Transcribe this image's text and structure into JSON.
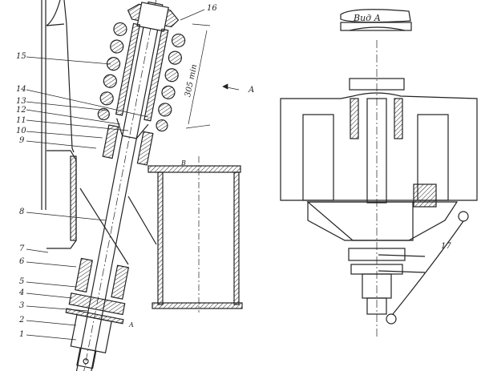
{
  "left_view": {
    "part_labels": [
      "1",
      "2",
      "3",
      "4",
      "5",
      "6",
      "7",
      "8",
      "9",
      "10",
      "11",
      "12",
      "13",
      "14",
      "15",
      "16"
    ],
    "dimension": "305 min",
    "gap_label_top": "B",
    "gap_label_bottom": "A",
    "view_arrow_label": "A"
  },
  "right_view": {
    "title": "Вид А",
    "part_labels": [
      "17"
    ]
  }
}
